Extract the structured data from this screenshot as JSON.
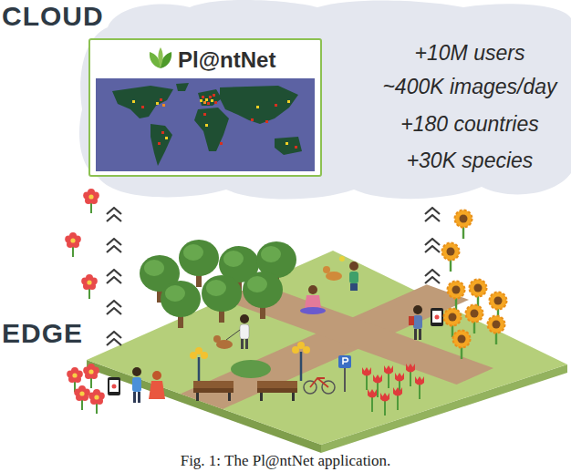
{
  "diagram": {
    "caption": "Fig. 1: The Pl@ntNet application.",
    "nodes": [
      {
        "text": [
          "+10M users",
          "~400K images/day",
          "+180 countries",
          "+30K species"
        ]
      },
      {
        "text": [
          "Pl@ntNet"
        ],
        "in": 0
      }
    ],
    "labels": [
      "CLOUD",
      "EDGE"
    ]
  }
}
